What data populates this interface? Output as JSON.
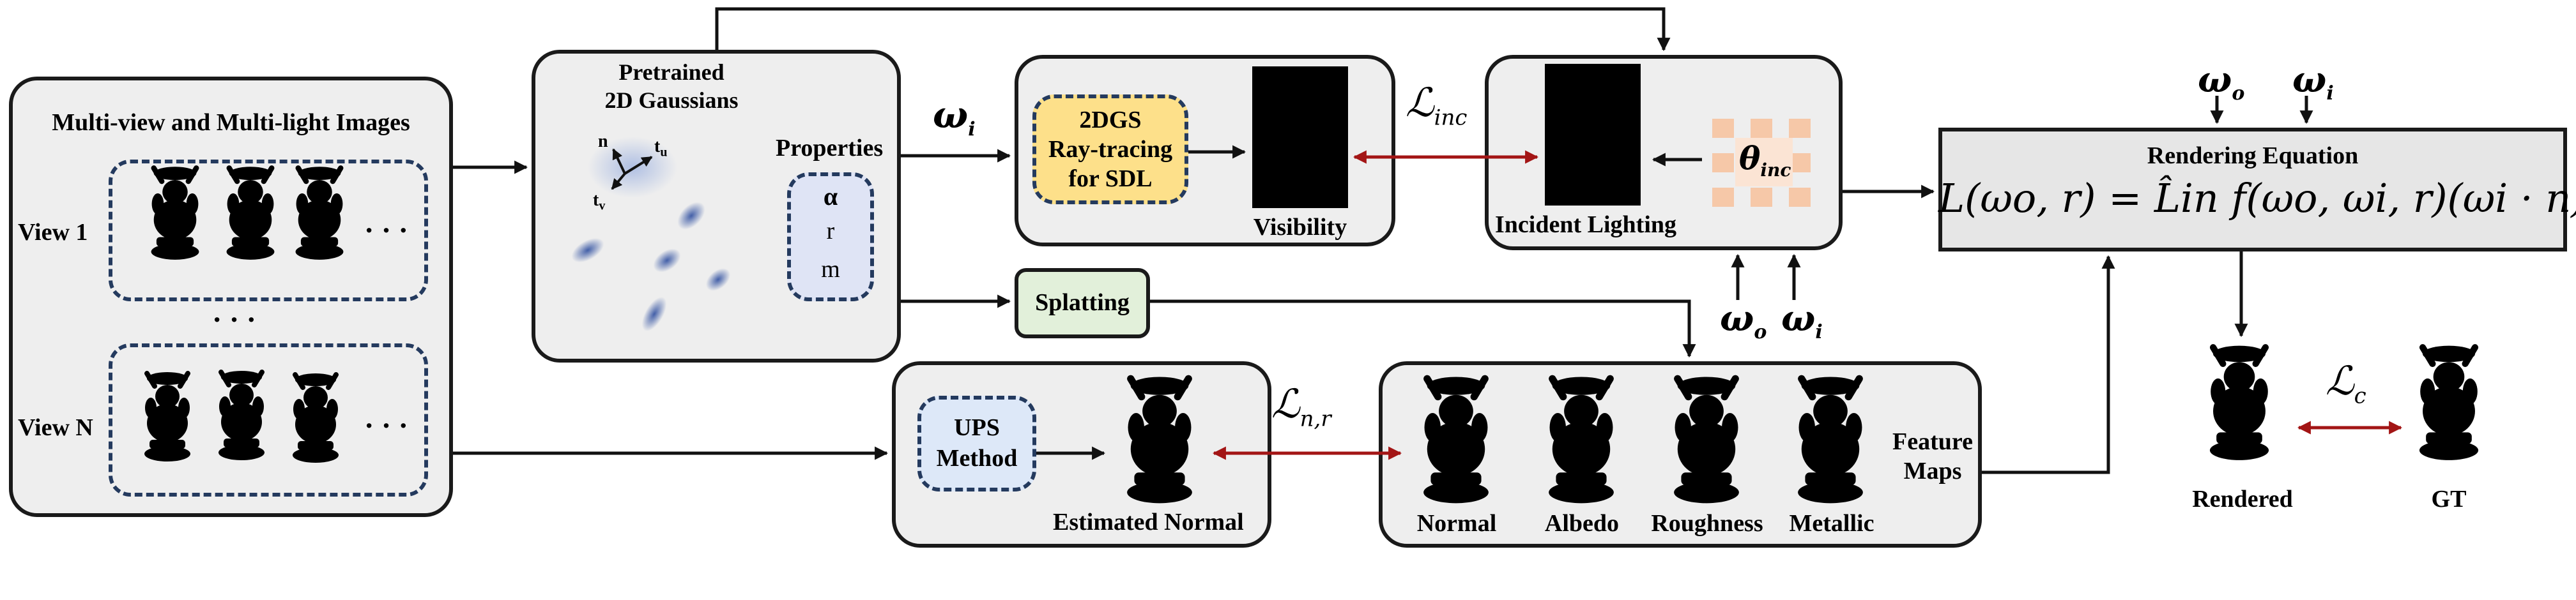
{
  "input_panel": {
    "title": "Multi-view and Multi-light Images",
    "view1": "View 1",
    "viewN": "View N",
    "dots_row": "· · ·",
    "dots_vert": "· · ·"
  },
  "gaussians_panel": {
    "title_line1": "Pretrained",
    "title_line2": "2D Gaussians",
    "axis_n": "n",
    "axis_tu": "t",
    "axis_tu_sub": "u",
    "axis_tv": "t",
    "axis_tv_sub": "v",
    "properties_title": "Properties",
    "prop_alpha": "α",
    "prop_r": "r",
    "prop_m": "m"
  },
  "raytrace_panel": {
    "box_line1": "2DGS",
    "box_line2": "Ray-tracing",
    "box_line3": "for SDL",
    "visibility_label": "Visibility"
  },
  "omega_i_input": {
    "symbol": "ω",
    "sub": "i"
  },
  "loss_inc": {
    "symbol": "ℒ",
    "sub": "inc"
  },
  "lighting_panel": {
    "label": "Incident Lighting",
    "theta": "θ",
    "theta_sub": "inc"
  },
  "lighting_inputs": {
    "omega_o": "ω",
    "omega_o_sub": "o",
    "omega_i": "ω",
    "omega_i_sub": "i"
  },
  "rendering_panel": {
    "title": "Rendering Equation",
    "equation": "L(ωo, r) = L̂in f(ωo, ωi, r)(ωi · n)"
  },
  "rendering_inputs": {
    "omega_o": "ω",
    "omega_o_sub": "o",
    "omega_i": "ω",
    "omega_i_sub": "i"
  },
  "splatting": {
    "label": "Splatting"
  },
  "ups_panel": {
    "box_line1": "UPS",
    "box_line2": "Method",
    "normal_label": "Estimated Normal"
  },
  "loss_nr": {
    "symbol": "ℒ",
    "sub": "n,r"
  },
  "features_panel": {
    "normal": "Normal",
    "albedo": "Albedo",
    "roughness": "Roughness",
    "metallic": "Metallic",
    "title_line1": "Feature",
    "title_line2": "Maps"
  },
  "output": {
    "rendered": "Rendered",
    "gt": "GT"
  },
  "loss_c": {
    "symbol": "ℒ",
    "sub": "c"
  },
  "colors": {
    "arrow": "#111111",
    "loss_arrow": "#a31515",
    "raytrace_fill": "#fde08a",
    "ups_fill": "#dde8f8",
    "splat_fill": "#e2f0da",
    "bronze": "#5b3418",
    "theta_fill": "#f6c8a8"
  }
}
